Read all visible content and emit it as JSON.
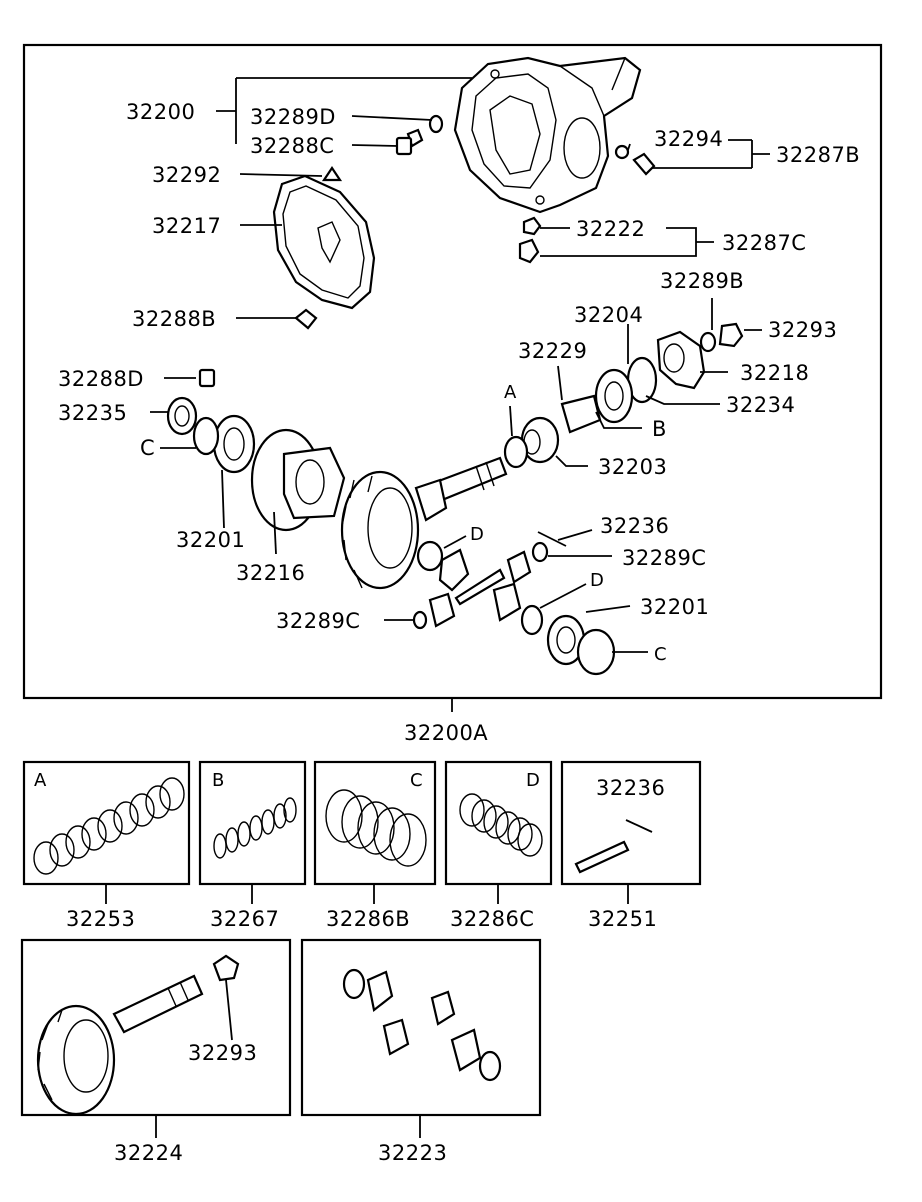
{
  "main_assembly": {
    "number": "32200A",
    "callouts": {
      "c32200": "32200",
      "c32289D": "32289D",
      "c32288C": "32288C",
      "c32292": "32292",
      "c32217": "32217",
      "c32288B": "32288B",
      "c32294": "32294",
      "c32287B": "32287B",
      "c32222": "32222",
      "c32287C": "32287C",
      "c32289B": "32289B",
      "c32293": "32293",
      "c32204": "32204",
      "c32218": "32218",
      "c32229": "32229",
      "c32234": "32234",
      "c32288D": "32288D",
      "c32235": "32235",
      "cC_left": "C",
      "cA": "A",
      "cB": "B",
      "c32203": "32203",
      "c32201_left": "32201",
      "c32216": "32216",
      "cD_upper": "D",
      "c32236": "32236",
      "c32289C_right": "32289C",
      "cD_lower": "D",
      "c32201_right": "32201",
      "c32289C_left": "32289C",
      "cC_right": "C"
    }
  },
  "kits": [
    {
      "letter": "A",
      "number": "32253"
    },
    {
      "letter": "B",
      "number": "32267"
    },
    {
      "letter": "C",
      "number": "32286B"
    },
    {
      "letter": "D",
      "number": "32286C"
    },
    {
      "letter": "",
      "number": "32251",
      "inner_label": "32236"
    }
  ],
  "sets": [
    {
      "number": "32224",
      "inner_label": "32293"
    },
    {
      "number": "32223"
    }
  ]
}
